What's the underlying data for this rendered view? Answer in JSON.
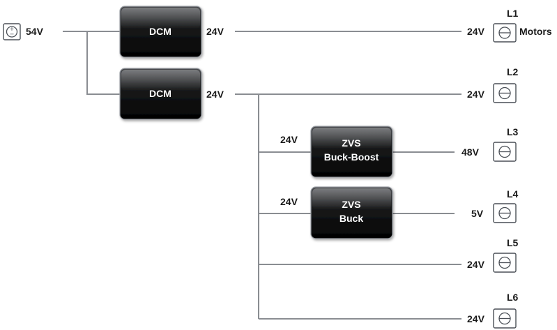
{
  "source": {
    "voltage": "54V",
    "icon": "dc-source-icon"
  },
  "modules": [
    {
      "id": "dcm1",
      "lines": [
        "DCM"
      ],
      "output": "24V"
    },
    {
      "id": "dcm2",
      "lines": [
        "DCM"
      ],
      "output": "24V"
    },
    {
      "id": "buckboost",
      "lines": [
        "ZVS",
        "Buck-Boost"
      ],
      "input": "24V"
    },
    {
      "id": "buck",
      "lines": [
        "ZVS",
        "Buck"
      ],
      "input": "24V"
    }
  ],
  "loads": [
    {
      "name": "L1",
      "voltage": "24V",
      "extra": "Motors",
      "icon": "current-source-icon"
    },
    {
      "name": "L2",
      "voltage": "24V",
      "icon": "current-source-icon"
    },
    {
      "name": "L3",
      "voltage": "48V",
      "icon": "current-source-icon"
    },
    {
      "name": "L4",
      "voltage": "5V",
      "icon": "current-source-icon"
    },
    {
      "name": "L5",
      "voltage": "24V",
      "icon": "current-source-icon"
    },
    {
      "name": "L6",
      "voltage": "24V",
      "icon": "current-source-icon"
    }
  ],
  "colors": {
    "wire": "#8a8d92",
    "block_top": "#3a3c40",
    "block_bottom": "#050505",
    "symbol": "#4a4f56"
  }
}
